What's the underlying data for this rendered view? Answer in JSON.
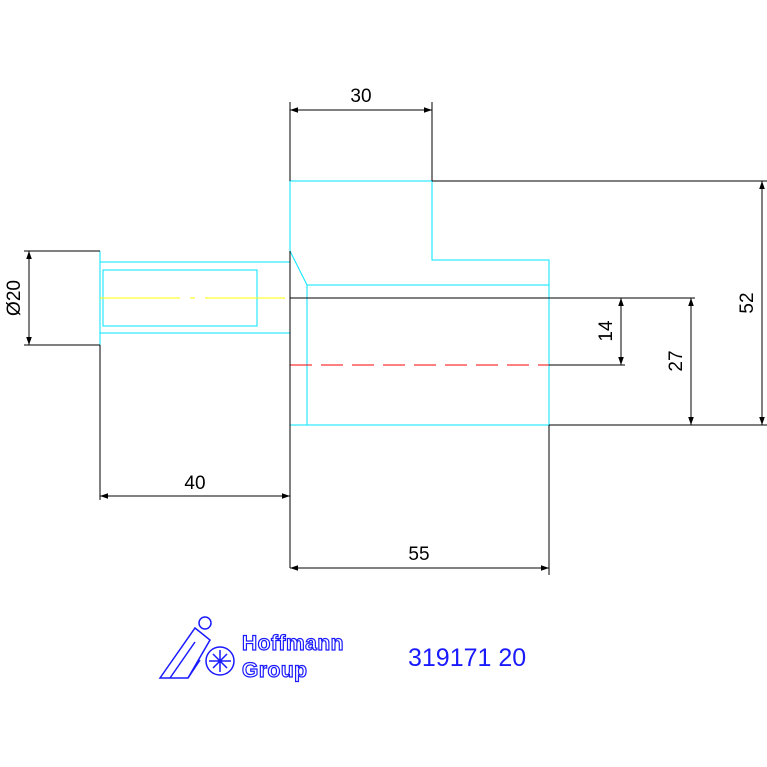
{
  "colors": {
    "outline": "#000000",
    "hidden": "#00e5ff",
    "center_line": "#ffff00",
    "dashed": "#ff0000",
    "brand": "#1a1aff"
  },
  "dimensions": {
    "top_width": "30",
    "overall_height": "52",
    "diameter": "Ø20",
    "depth_14": "14",
    "depth_27": "27",
    "shaft_length": "40",
    "body_length": "55"
  },
  "brand": {
    "logo_icon": "hoffmann-logo-icon",
    "name_line1": "Hoffmann",
    "name_line2": "Group",
    "part_number": "319171 20"
  }
}
